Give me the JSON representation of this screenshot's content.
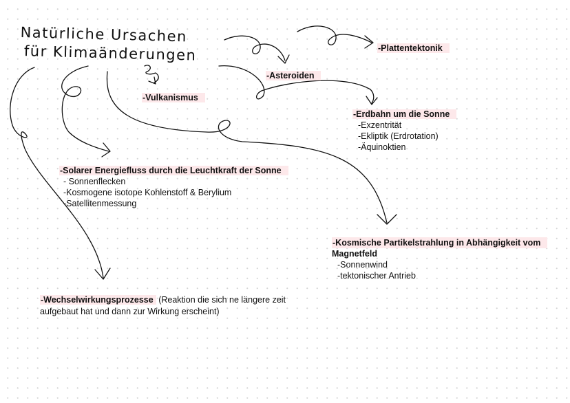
{
  "title": {
    "line1": "Natürliche Ursachen",
    "line2": "für Klimaänderungen"
  },
  "nodes": {
    "plattentektonik": {
      "label": "-Plattentektonik"
    },
    "asteroiden": {
      "label": "-Asteroiden"
    },
    "vulkanismus": {
      "label": "-Vulkanismus"
    },
    "erdbahn": {
      "label": "-Erdbahn um die Sonne",
      "items": [
        "-Exzentrität",
        "-Ekliptik (Erdrotation)",
        "-Äquinoktien"
      ]
    },
    "solar": {
      "label": "-Solarer Energiefluss durch die Leuchtkraft der Sonne",
      "items": [
        "- Sonnenflecken",
        "-Kosmogene isotope Kohlenstoff & Berylium",
        "-Satellitenmessung"
      ]
    },
    "kosmisch": {
      "label_line1": "-Kosmische Partikelstrahlung in Abhängigkeit vom",
      "label_line2": "Magnetfeld",
      "items": [
        "-Sonnenwind",
        "-tektonischer Antrieb"
      ]
    },
    "wechsel": {
      "label": "-Wechselwirkungsprozesse",
      "note": "(Reaktion die sich ne längere zeit aufgebaut hat und dann zur Wirkung erscheint)"
    }
  },
  "colors": {
    "highlight": "#fde8ea",
    "ink": "#111111",
    "grid_dot": "#d4d4d4",
    "background": "#ffffff"
  }
}
